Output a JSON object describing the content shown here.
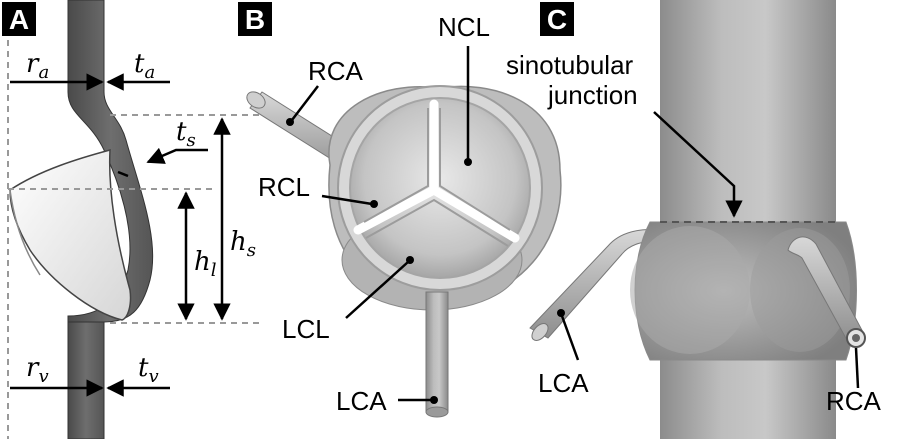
{
  "panels": {
    "a": {
      "tag": "A"
    },
    "b": {
      "tag": "B"
    },
    "c": {
      "tag": "C"
    }
  },
  "labels": {
    "r_a": {
      "base": "r",
      "sub": "a"
    },
    "t_a": {
      "base": "t",
      "sub": "a"
    },
    "t_s": {
      "base": "t",
      "sub": "s"
    },
    "h_s": {
      "base": "h",
      "sub": "s"
    },
    "h_l": {
      "base": "h",
      "sub": "l"
    },
    "r_v": {
      "base": "r",
      "sub": "v"
    },
    "t_v": {
      "base": "t",
      "sub": "v"
    },
    "b_rca": "RCA",
    "b_ncl": "NCL",
    "b_rcl": "RCL",
    "b_lcl": "LCL",
    "b_lca": "LCA",
    "c_stj_line1": "sinotubular",
    "c_stj_line2": "junction",
    "c_lca": "LCA",
    "c_rca": "RCA"
  }
}
